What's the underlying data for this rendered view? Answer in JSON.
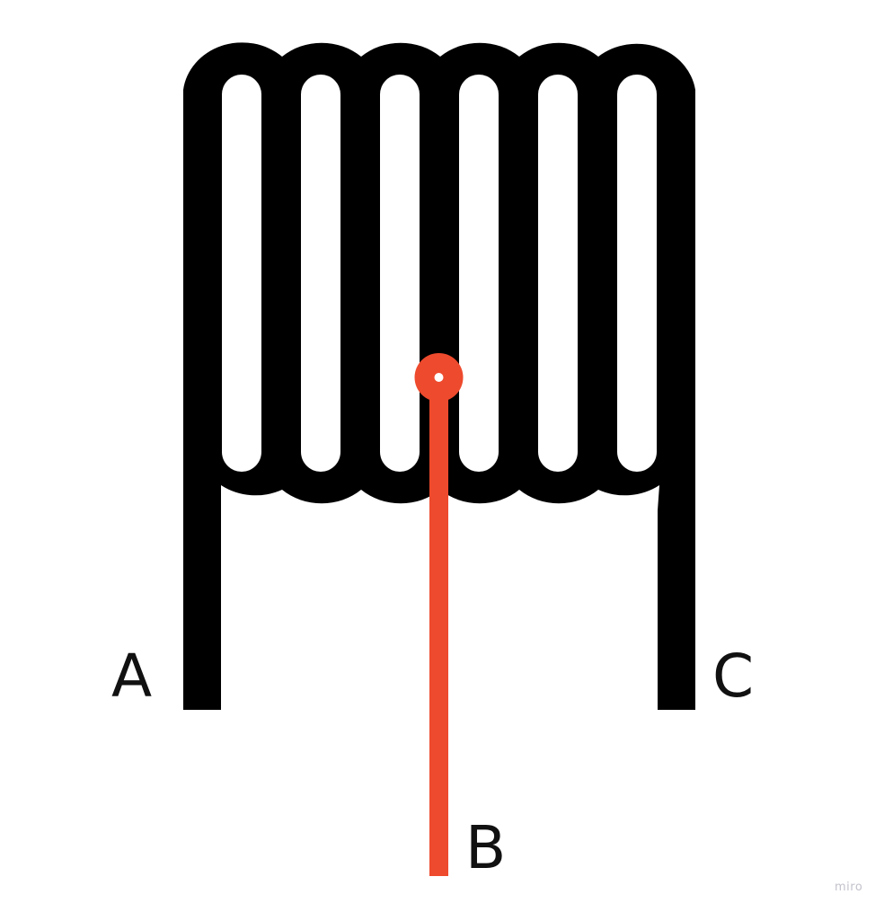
{
  "labels": {
    "a": "A",
    "b": "B",
    "c": "C"
  },
  "watermark": "miro",
  "colors": {
    "coil": "#000000",
    "wiper": "#ee4a2d",
    "background": "#ffffff"
  },
  "coil": {
    "turns": 6
  }
}
